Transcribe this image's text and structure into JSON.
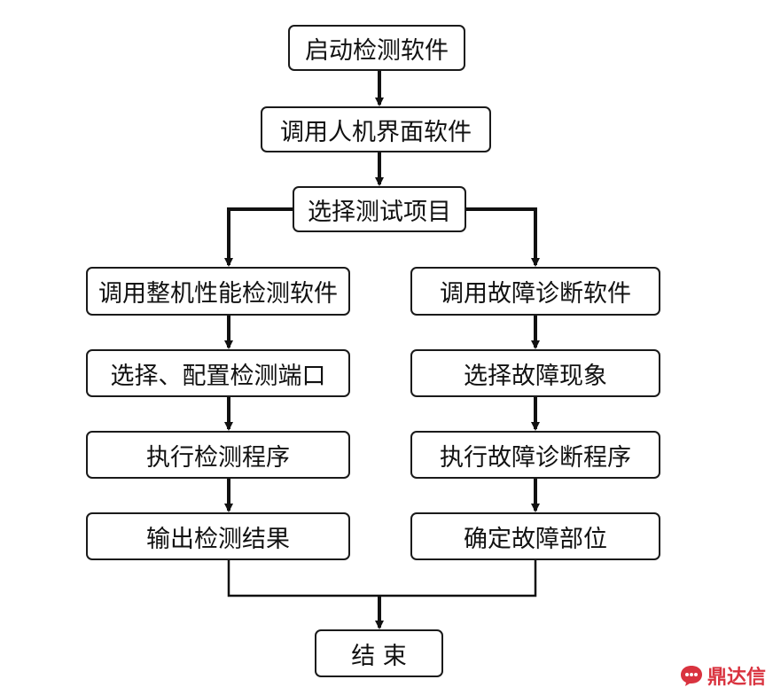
{
  "flowchart": {
    "start": "启动检测软件",
    "hmi": "调用人机界面软件",
    "select": "选择测试项目",
    "left_branch": [
      "调用整机性能检测软件",
      "选择、配置检测端口",
      "执行检测程序",
      "输出检测结果"
    ],
    "right_branch": [
      "调用故障诊断软件",
      "选择故障现象",
      "执行故障诊断程序",
      "确定故障部位"
    ],
    "end": "结 束"
  },
  "watermark": {
    "text": "鼎达信",
    "icon": "speech-bubble-logo-icon",
    "color": "#d9333f"
  }
}
